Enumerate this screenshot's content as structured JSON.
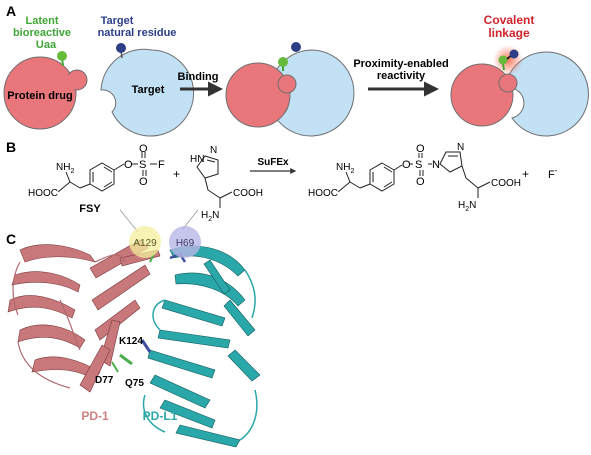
{
  "panel_a": {
    "letter": "A",
    "latent_label": [
      "Latent",
      "bioreactive",
      "Uaa"
    ],
    "target_residue_label": [
      "Target",
      "natural residue"
    ],
    "protein_drug_label": "Protein drug",
    "target_label": "Target",
    "binding_label": "Binding",
    "proximity_label": [
      "Proximity-enabled",
      "reactivity"
    ],
    "covalent_label": [
      "Covalent",
      "linkage"
    ],
    "colors": {
      "green": "#3fa535",
      "blue": "#2c3e86",
      "red": "#d0242b",
      "pink": "#e8767a",
      "lightblue": "#c2e1f5"
    }
  },
  "panel_b": {
    "letter": "B",
    "fsy_label": "FSY",
    "sufex_label": "SuFEx",
    "plus": "+",
    "fluoride": "F",
    "fluoride_charge": "-",
    "atoms": {
      "O": "O",
      "S": "S",
      "F": "F",
      "N": "N",
      "HN": "HN",
      "NH2": "NH",
      "H2N": "H",
      "HOOC": "HOOC",
      "COOH": "COOH",
      "sub2": "2"
    }
  },
  "panel_c": {
    "letter": "C",
    "a129": "A129",
    "h69": "H69",
    "k124": "K124",
    "d77": "D77",
    "q75": "Q75",
    "pd1": "PD-1",
    "pdl1": "PD-L1",
    "colors": {
      "pd1": "#c8777a",
      "pdl1": "#2aa7a9"
    }
  }
}
